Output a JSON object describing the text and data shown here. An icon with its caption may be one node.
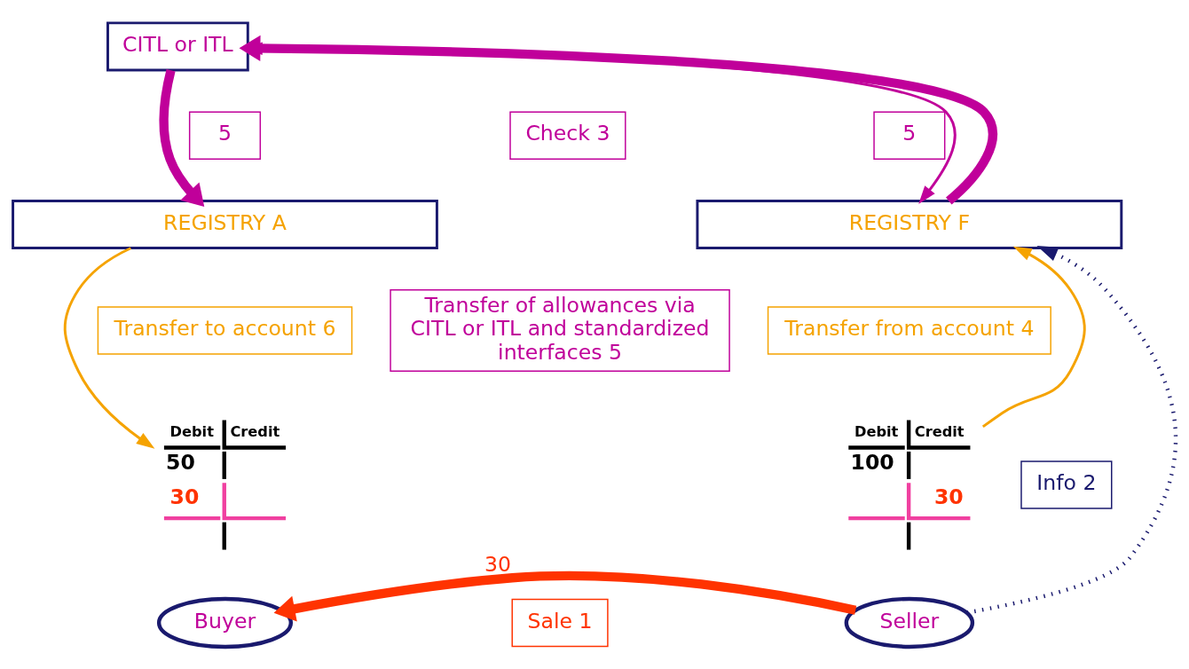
{
  "diagram": {
    "nodes": [
      {
        "text": [
          "CITL or ITL"
        ]
      },
      {
        "text": [
          "5"
        ]
      },
      {
        "text": [
          "Check 3"
        ]
      },
      {
        "text": [
          "5"
        ]
      },
      {
        "text": [
          "REGISTRY A"
        ]
      },
      {
        "text": [
          "REGISTRY F"
        ]
      },
      {
        "text": [
          "Transfer to account 6"
        ]
      },
      {
        "text": [
          "Transfer of allowances via CITL or ITL and standardized interfaces 5"
        ]
      },
      {
        "text": [
          "Transfer from account 4"
        ]
      },
      {
        "text": [
          "Debit",
          "Credit",
          "50",
          "30"
        ]
      },
      {
        "text": [
          "Debit",
          "Credit",
          "100",
          "30"
        ]
      },
      {
        "text": [
          "Info 2"
        ]
      },
      {
        "text": [
          "Buyer"
        ]
      },
      {
        "text": [
          "Sale 1"
        ]
      },
      {
        "text": [
          "Seller"
        ]
      }
    ],
    "edges": [
      {
        "from": 0,
        "to": 4,
        "arrow": "to",
        "style": "thick",
        "color": "#c0009a"
      },
      {
        "from": 5,
        "to": 0,
        "arrow": "to",
        "style": "thick",
        "color": "#c0009a"
      },
      {
        "from": 0,
        "to": 5,
        "arrow": "both",
        "color": "#c0009a"
      },
      {
        "from": 4,
        "to": 9,
        "arrow": "to",
        "color": "#f5a300"
      },
      {
        "from": 10,
        "to": 5,
        "arrow": "to",
        "color": "#f5a300"
      },
      {
        "from": 14,
        "to": 5,
        "arrow": "to",
        "style": "dashed",
        "color": "#1a1a6e"
      },
      {
        "from": 14,
        "to": 12,
        "arrow": "to",
        "style": "thick",
        "color": "#ff3300",
        "label": "30"
      }
    ]
  }
}
